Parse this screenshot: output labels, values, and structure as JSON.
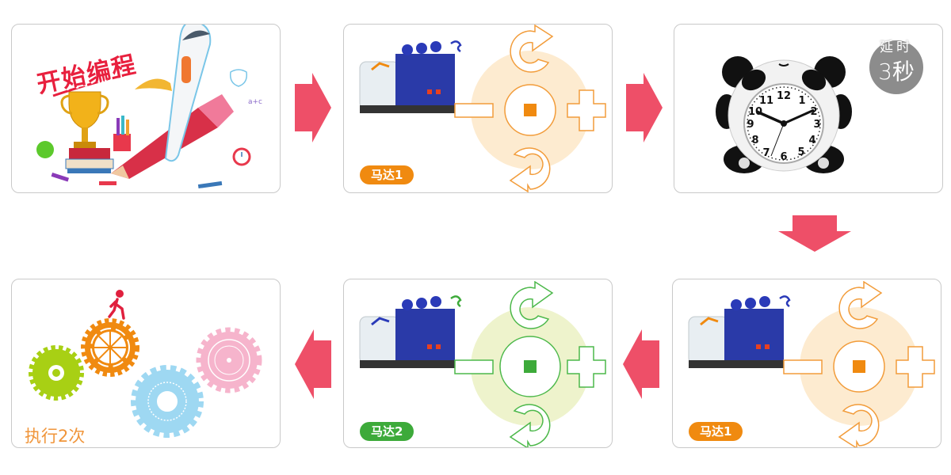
{
  "diagram": {
    "title": "Motor programming flow",
    "accent_color": "#ee4f68",
    "steps": [
      {
        "id": "start",
        "label": "开始编程",
        "type": "start"
      },
      {
        "id": "motor1_first",
        "label": "马达1",
        "type": "motor",
        "color": "#f08a10",
        "state": "stop"
      },
      {
        "id": "delay",
        "label_top": "延时",
        "label_bottom": "3秒",
        "type": "delay"
      },
      {
        "id": "motor1_second",
        "label": "马达1",
        "type": "motor",
        "color": "#f08a10",
        "state": "stop"
      },
      {
        "id": "motor2",
        "label": "马达2",
        "type": "motor",
        "color": "#3daa3a",
        "state": "stop"
      },
      {
        "id": "repeat",
        "label": "执行2次",
        "type": "repeat"
      }
    ],
    "control_symbols": {
      "minus": "−",
      "plus": "+",
      "stop": "■",
      "rotate_cw": "clockwise-arrow",
      "rotate_ccw": "counterclockwise-arrow"
    },
    "clock_numbers": [
      "12",
      "1",
      "2",
      "3",
      "4",
      "5",
      "6",
      "7",
      "8",
      "9",
      "10",
      "11"
    ]
  }
}
